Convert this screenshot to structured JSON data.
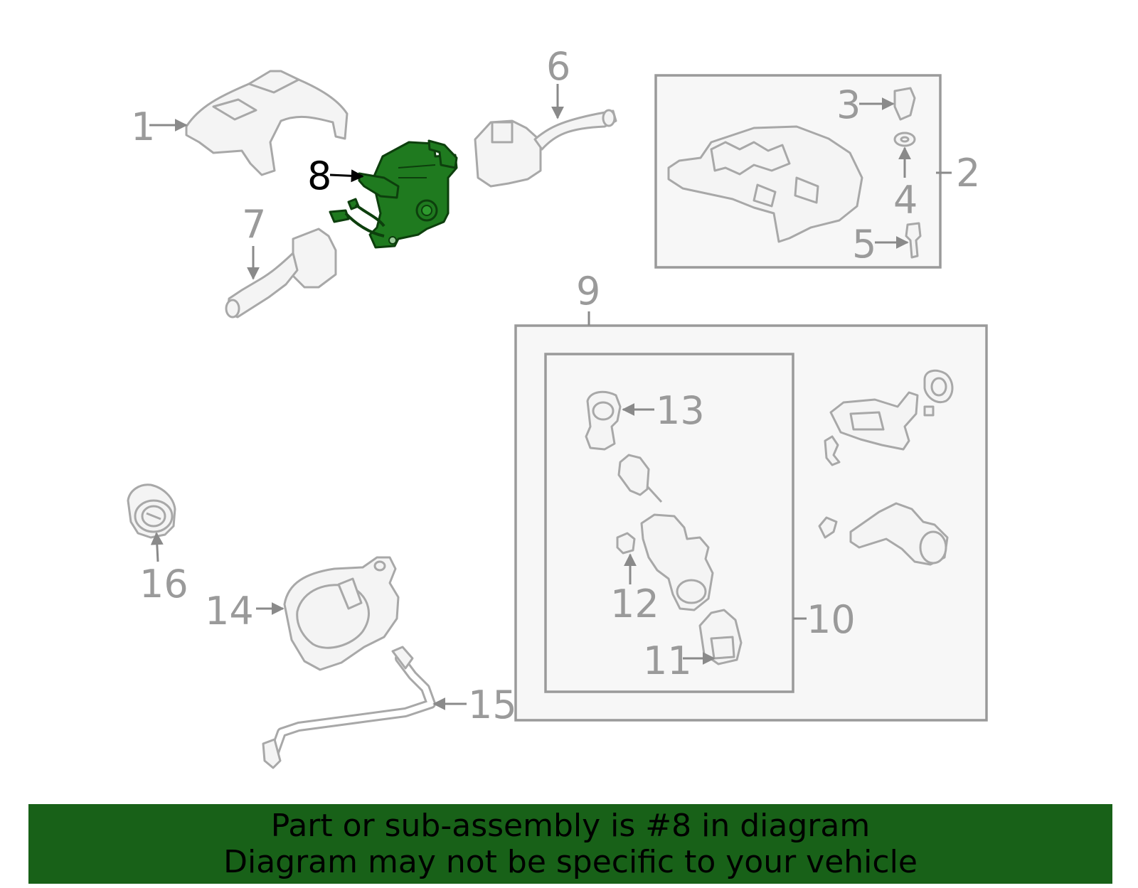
{
  "highlighted_part": "8",
  "colors": {
    "highlight": "#1f7a1f",
    "footer_background": "#186118",
    "callout": "#9a9a9a"
  },
  "callouts": {
    "c1": "1",
    "c2": "2",
    "c3": "3",
    "c4": "4",
    "c5": "5",
    "c6": "6",
    "c7": "7",
    "c8": "8",
    "c9": "9",
    "c10": "10",
    "c11": "11",
    "c12": "12",
    "c13": "13",
    "c14": "14",
    "c15": "15",
    "c16": "16"
  },
  "footer": {
    "line1": "Part or sub-assembly is #8 in diagram",
    "line2": "Diagram may not be specific to your vehicle"
  }
}
